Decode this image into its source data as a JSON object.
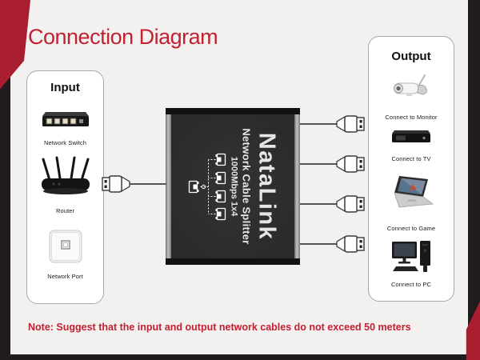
{
  "title": "Connection Diagram",
  "note": "Note: Suggest that the input and output network cables do not exceed 50 meters",
  "input_panel": {
    "title": "Input",
    "items": [
      {
        "icon": "network-switch-icon",
        "label": "Network Switch"
      },
      {
        "icon": "router-icon",
        "label": "Router"
      },
      {
        "icon": "network-port-icon",
        "label": "Network Port"
      }
    ]
  },
  "output_panel": {
    "title": "Output",
    "items": [
      {
        "icon": "security-camera-icon",
        "label": "Connect to Monitor"
      },
      {
        "icon": "tv-box-icon",
        "label": "Connect to TV"
      },
      {
        "icon": "laptop-icon",
        "label": "Connect to Game"
      },
      {
        "icon": "desktop-pc-icon",
        "label": "Connect to PC"
      }
    ]
  },
  "device": {
    "brand": "NataLink",
    "name": "Network Cable Splitter",
    "spec": "1000Mbps 1x4"
  },
  "connections": {
    "input_cables": 1,
    "output_cables": 4
  },
  "colors": {
    "title_red": "#c32032",
    "corner_red": "#a81e2e",
    "frame_black": "#201c1d",
    "background": "#f2f1ef"
  }
}
